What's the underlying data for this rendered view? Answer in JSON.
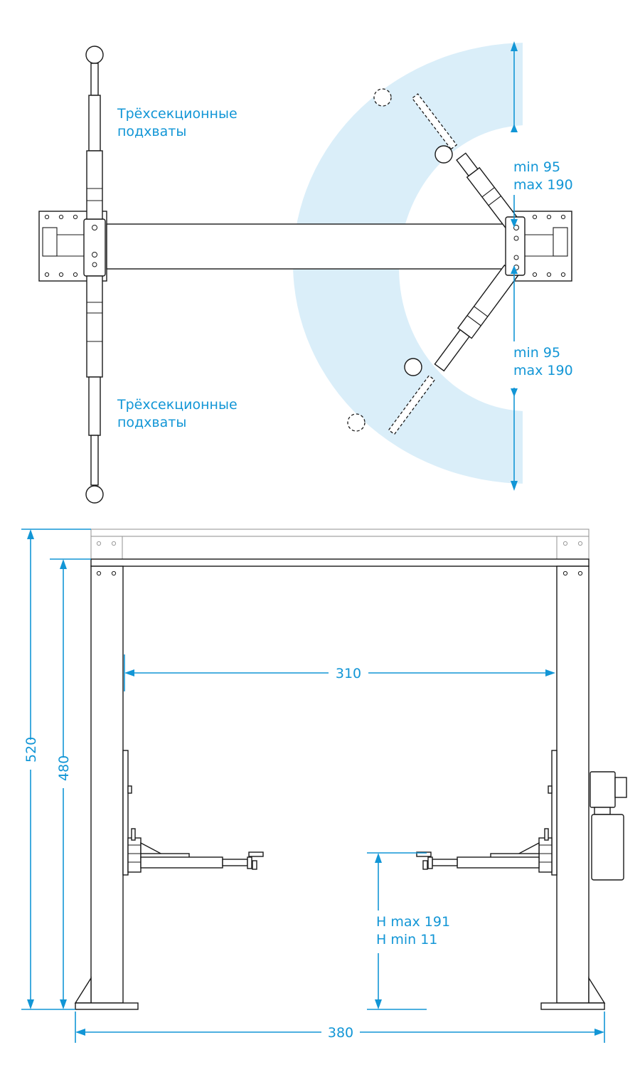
{
  "colors": {
    "accent": "#1296d6",
    "arc_fill": "#daeef9",
    "line": "#1a1a1a"
  },
  "top_view": {
    "arms_label_top": [
      "Трёхсекционные",
      "подхваты"
    ],
    "arms_label_bottom": [
      "Трёхсекционные",
      "подхваты"
    ],
    "upper_swing": [
      "min 95",
      "max 190"
    ],
    "lower_swing": [
      "min 95",
      "max 190"
    ]
  },
  "front_view": {
    "inner_width": "310",
    "total_width": "380",
    "height_total": "520",
    "height_column": "480",
    "lift_height": [
      "H max 191",
      "H min 11"
    ]
  }
}
